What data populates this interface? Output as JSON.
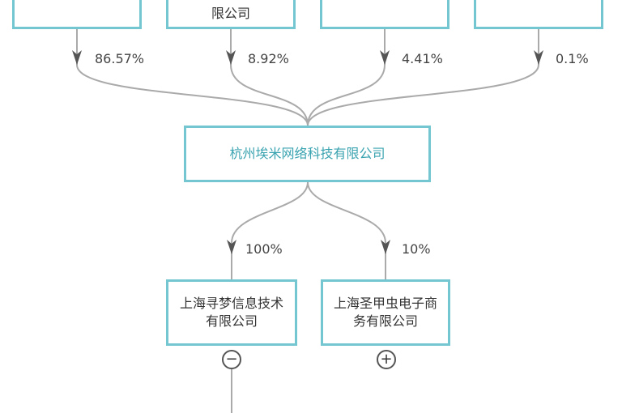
{
  "nodes": {
    "top_1": "",
    "top_2": "限公司",
    "top_3": "",
    "top_4": "",
    "center": "杭州埃米网络科技有限公司",
    "sub_1": "上海寻梦信息技术有限公司",
    "sub_2": "上海圣甲虫电子商务有限公司"
  },
  "percentages": {
    "top_1": "86.57%",
    "top_2": "8.92%",
    "top_3": "4.41%",
    "top_4": "0.1%",
    "sub_1": "100%",
    "sub_2": "10%"
  },
  "toggles": {
    "sub_1": "−",
    "sub_2": "+"
  },
  "colors": {
    "box_border": "#74c7d0",
    "center_text": "#3aa3b0",
    "connector": "#aaaaaa"
  }
}
